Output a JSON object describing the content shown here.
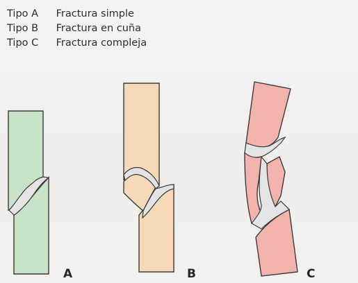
{
  "legend": [
    {
      "type": "Tipo A",
      "description": "Fractura simple"
    },
    {
      "type": "Tipo B",
      "description": "Fractura en cuña"
    },
    {
      "type": "Tipo C",
      "description": "Fractura compleja"
    }
  ],
  "panels": [
    {
      "label": "A",
      "color": "#c9e3c8"
    },
    {
      "label": "B",
      "color": "#f6d9b9"
    },
    {
      "label": "C",
      "color": "#f2b3ad"
    }
  ],
  "colors": {
    "outline": "#3a3a3a",
    "fracture_gap": "#e4e4e4"
  }
}
